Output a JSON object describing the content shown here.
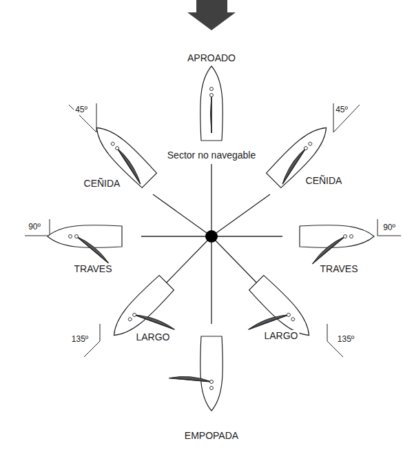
{
  "diagram": {
    "labels": [
      "APROADO",
      "45º",
      "45º",
      "Sector no navegable",
      "CEÑIDA",
      "CEÑIDA",
      "90º",
      "90º",
      "TRAVES",
      "TRAVES",
      "LARGO",
      "LARGO",
      "135º",
      "135º",
      "EMPOPADA"
    ]
  }
}
